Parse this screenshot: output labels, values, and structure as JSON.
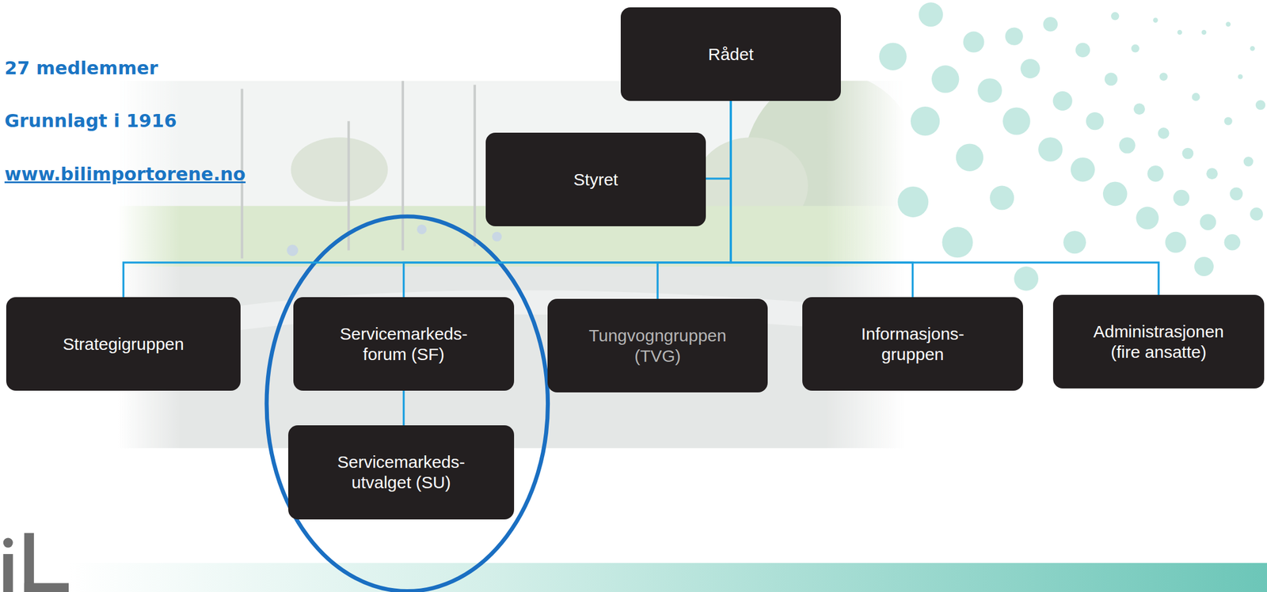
{
  "diagram": {
    "nodes": [
      {
        "text": [
          "Rådet"
        ]
      },
      {
        "text": [
          "Styret"
        ]
      },
      {
        "text": [
          "Strategigruppen"
        ]
      },
      {
        "text": [
          "Servicemarkeds- forum (SF)"
        ]
      },
      {
        "text": [
          "Tungvogngruppen (TVG)"
        ]
      },
      {
        "text": [
          "Informasjons- gruppen"
        ]
      },
      {
        "text": [
          "Administrasjonen (fire ansatte)"
        ]
      },
      {
        "text": [
          "Servicemarkeds- utvalget (SU)"
        ]
      }
    ],
    "edges": [
      {
        "from": 0,
        "to": 1,
        "arrow": "none"
      },
      {
        "from": 0,
        "to": 2,
        "arrow": "none"
      },
      {
        "from": 0,
        "to": 3,
        "arrow": "none"
      },
      {
        "from": 0,
        "to": 4,
        "arrow": "none"
      },
      {
        "from": 0,
        "to": 5,
        "arrow": "none"
      },
      {
        "from": 0,
        "to": 6,
        "arrow": "none"
      },
      {
        "from": 3,
        "to": 7,
        "arrow": "none"
      }
    ],
    "labels": [
      "27 medlemmer",
      "Grunnlagt i 1916",
      "www.bilimportorene.no"
    ]
  }
}
